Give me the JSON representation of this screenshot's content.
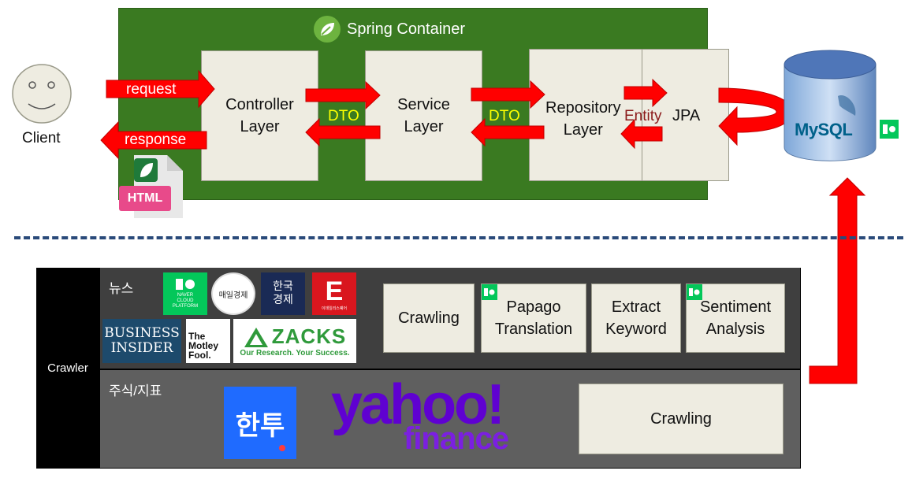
{
  "spring": {
    "title": "Spring Container"
  },
  "client": {
    "label": "Client"
  },
  "arrows": {
    "request": "request",
    "response": "response",
    "dto_1": "DTO",
    "dto_2": "DTO",
    "entity": "Entity"
  },
  "layers": {
    "controller": "Controller\nLayer",
    "service": "Service\nLayer",
    "repository": "Repository\nLayer",
    "jpa": "JPA"
  },
  "html_icon": {
    "label": "HTML"
  },
  "database": {
    "label": "MySQL"
  },
  "crawler": {
    "label": "Crawler",
    "news": {
      "label": "뉴스",
      "logos": {
        "naver_cloud": "NAVER CLOUD PLATFORM",
        "maeil": "매일경제",
        "hankyung": "한국\n경제",
        "edaily_letter": "E",
        "edaily_small": "이데일리스퀘어",
        "business_insider": "BUSINESS\nINSIDER",
        "motley_fool": "The\nMotley\nFool.",
        "zacks": "ZACKS",
        "zacks_tagline": "Our Research. Your Success."
      },
      "boxes": {
        "crawling": "Crawling",
        "papago": "Papago\nTranslation",
        "keyword": "Extract\nKeyword",
        "sentiment": "Sentiment\nAnalysis"
      }
    },
    "stocks": {
      "label": "주식/지표",
      "logos": {
        "hantu": "한투",
        "yahoo": "yahoo!",
        "finance": "finance"
      },
      "crawling": "Crawling"
    }
  },
  "colors": {
    "spring_green": "#3a7a21",
    "arrow_red": "#ff0000",
    "box_fill": "#eeece1",
    "dto_yellow": "#ffff00"
  }
}
